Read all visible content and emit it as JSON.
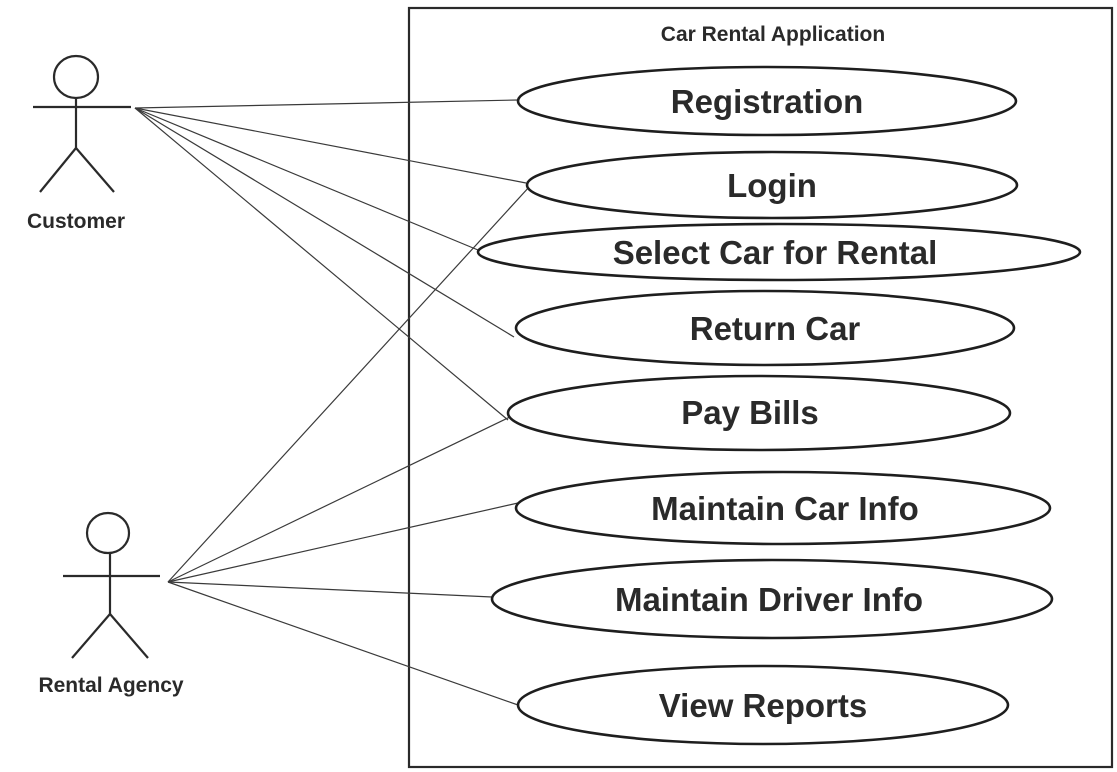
{
  "system": {
    "title": "Car Rental Application"
  },
  "actors": [
    {
      "label": "Customer"
    },
    {
      "label": "Rental Agency"
    }
  ],
  "use_cases": [
    {
      "label": "Registration"
    },
    {
      "label": "Login"
    },
    {
      "label": "Select Car for Rental"
    },
    {
      "label": "Return Car"
    },
    {
      "label": "Pay Bills"
    },
    {
      "label": "Maintain Car Info"
    },
    {
      "label": "Maintain Driver Info"
    },
    {
      "label": "View Reports"
    }
  ],
  "associations": [
    {
      "actor": "Customer",
      "use_case": "Registration"
    },
    {
      "actor": "Customer",
      "use_case": "Login"
    },
    {
      "actor": "Customer",
      "use_case": "Select Car for Rental"
    },
    {
      "actor": "Customer",
      "use_case": "Return Car"
    },
    {
      "actor": "Customer",
      "use_case": "Pay Bills"
    },
    {
      "actor": "Rental Agency",
      "use_case": "Login"
    },
    {
      "actor": "Rental Agency",
      "use_case": "Pay Bills"
    },
    {
      "actor": "Rental Agency",
      "use_case": "Maintain Car Info"
    },
    {
      "actor": "Rental Agency",
      "use_case": "Maintain Driver Info"
    },
    {
      "actor": "Rental Agency",
      "use_case": "View Reports"
    }
  ],
  "colors": {
    "line": "#2a2a2a",
    "background": "#ffffff"
  }
}
